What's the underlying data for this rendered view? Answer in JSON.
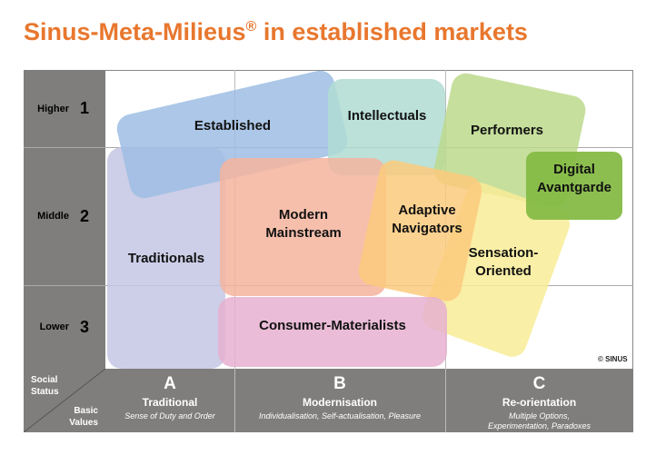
{
  "title": "Sinus-Meta-Milieus",
  "title_mark": "®",
  "title_rest": " in established markets",
  "rows": [
    {
      "label": "Higher",
      "num": "1"
    },
    {
      "label": "Middle",
      "num": "2"
    },
    {
      "label": "Lower",
      "num": "3"
    }
  ],
  "corner": {
    "top": "Social Status",
    "bottom": "Basic Values"
  },
  "columns": [
    {
      "letter": "A",
      "title": "Traditional",
      "subtitle": "Sense of Duty and Order"
    },
    {
      "letter": "B",
      "title": "Modernisation",
      "subtitle": "Individualisation, Self-actualisation, Pleasure"
    },
    {
      "letter": "C",
      "title": "Re-orientation",
      "subtitle": "Multiple Options,",
      "subtitle2": "Experimentation, Paradoxes"
    }
  ],
  "milieus": {
    "traditionals": {
      "label": "Traditionals",
      "color": "#c4c5e4"
    },
    "established": {
      "label": "Established",
      "color": "#9dbde3"
    },
    "intellectuals": {
      "label": "Intellectuals",
      "color": "#afdcd2"
    },
    "performers": {
      "label": "Performers",
      "color": "#bcd98c"
    },
    "digital": {
      "label1": "Digital",
      "label2": "Avantgarde",
      "color": "#86ba46"
    },
    "modern": {
      "label1": "Modern",
      "label2": "Mainstream",
      "color": "#f4b49d"
    },
    "adaptive": {
      "label1": "Adaptive",
      "label2": "Navigators",
      "color": "#fbca7c"
    },
    "sensation": {
      "label1": "Sensation-",
      "label2": "Oriented",
      "color": "#f8ec98"
    },
    "consumer": {
      "label": "Consumer-Materialists",
      "color": "#e6b0d0"
    }
  },
  "copyright": "© SINUS"
}
